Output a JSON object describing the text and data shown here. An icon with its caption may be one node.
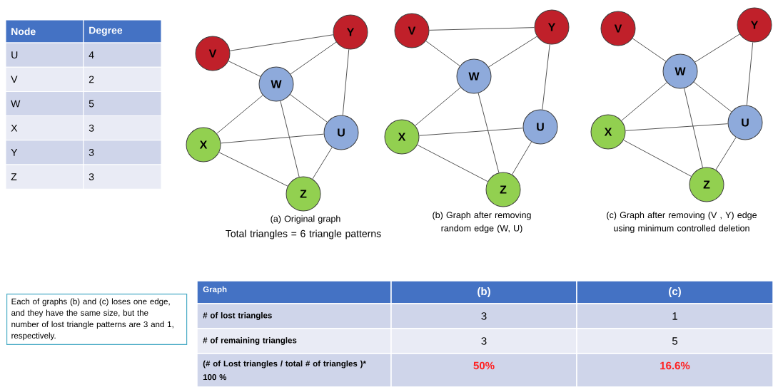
{
  "diagram": {
    "nodes": [
      {
        "text": [
          "V"
        ]
      },
      {
        "text": [
          "Y"
        ]
      },
      {
        "text": [
          "W"
        ]
      },
      {
        "text": [
          "U"
        ]
      },
      {
        "text": [
          "X"
        ]
      },
      {
        "text": [
          "Z"
        ]
      },
      {
        "text": [
          "V"
        ]
      },
      {
        "text": [
          "Y"
        ]
      },
      {
        "text": [
          "W"
        ]
      },
      {
        "text": [
          "U"
        ]
      },
      {
        "text": [
          "X"
        ]
      },
      {
        "text": [
          "Z"
        ]
      },
      {
        "text": [
          "V"
        ]
      },
      {
        "text": [
          "Y"
        ]
      },
      {
        "text": [
          "W"
        ]
      },
      {
        "text": [
          "U"
        ]
      },
      {
        "text": [
          "X"
        ]
      },
      {
        "text": [
          "Z"
        ]
      },
      {
        "text": [
          "Each of graphs (b) and (c) loses one edge, and they have the same size, but the number of lost triangle patterns are 3 and 1, respectively."
        ]
      }
    ],
    "edges": [
      {
        "from": 0,
        "to": 1,
        "arrow": "none"
      },
      {
        "from": 0,
        "to": 2,
        "arrow": "none"
      },
      {
        "from": 2,
        "to": 1,
        "arrow": "none"
      },
      {
        "from": 1,
        "to": 3,
        "arrow": "none"
      },
      {
        "from": 2,
        "to": 3,
        "arrow": "none"
      },
      {
        "from": 2,
        "to": 4,
        "arrow": "none"
      },
      {
        "from": 2,
        "to": 5,
        "arrow": "none"
      },
      {
        "from": 4,
        "to": 3,
        "arrow": "none"
      },
      {
        "from": 4,
        "to": 5,
        "arrow": "none"
      },
      {
        "from": 5,
        "to": 3,
        "arrow": "none"
      },
      {
        "from": 6,
        "to": 7,
        "arrow": "none"
      },
      {
        "from": 6,
        "to": 8,
        "arrow": "none"
      },
      {
        "from": 8,
        "to": 7,
        "arrow": "none"
      },
      {
        "from": 7,
        "to": 9,
        "arrow": "none"
      },
      {
        "from": 8,
        "to": 10,
        "arrow": "none"
      },
      {
        "from": 8,
        "to": 11,
        "arrow": "none"
      },
      {
        "from": 10,
        "to": 9,
        "arrow": "none"
      },
      {
        "from": 10,
        "to": 11,
        "arrow": "none"
      },
      {
        "from": 11,
        "to": 9,
        "arrow": "none"
      },
      {
        "from": 12,
        "to": 14,
        "arrow": "none"
      },
      {
        "from": 14,
        "to": 13,
        "arrow": "none"
      },
      {
        "from": 13,
        "to": 15,
        "arrow": "none"
      },
      {
        "from": 14,
        "to": 15,
        "arrow": "none"
      },
      {
        "from": 14,
        "to": 16,
        "arrow": "none"
      },
      {
        "from": 14,
        "to": 17,
        "arrow": "none"
      },
      {
        "from": 16,
        "to": 15,
        "arrow": "none"
      },
      {
        "from": 16,
        "to": 17,
        "arrow": "none"
      },
      {
        "from": 17,
        "to": 15,
        "arrow": "none"
      }
    ],
    "labels": [
      "Node",
      "Degree",
      "U",
      "4",
      "V",
      "2",
      "W",
      "5",
      "X",
      "3",
      "Y",
      "3",
      "Z",
      "3",
      "(a) Original graph",
      "Total triangles = 6 triangle patterns",
      "(b) Graph after removing random edge (W, U)",
      "(c) Graph after removing (V , Y) edge using minimum controlled deletion",
      "Graph",
      "(b)",
      "(c)",
      "# of  lost triangles",
      "3",
      "1",
      "# of remaining triangles",
      "3",
      "5",
      "(# of Lost triangles / total # of triangles )* 100 %",
      "50%",
      "16.6%"
    ]
  }
}
